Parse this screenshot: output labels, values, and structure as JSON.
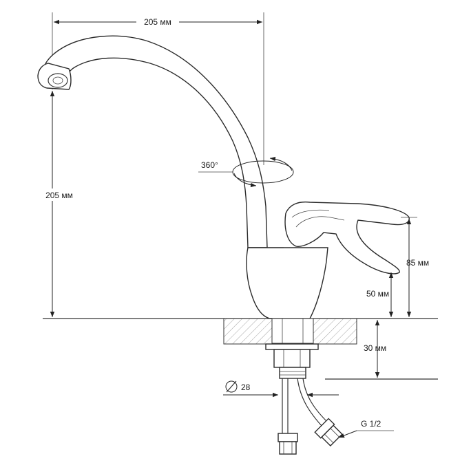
{
  "dimensions": {
    "spout_reach": "205 мм",
    "spout_height": "205 мм",
    "rotation": "360°",
    "lever_height": "85 мм",
    "outlet_height": "50 мм",
    "mount_depth": "30 мм",
    "shank_diameter": "28",
    "connection_thread": "G 1/2"
  },
  "colors": {
    "line": "#333333",
    "hatch": "#666666",
    "background": "#ffffff"
  }
}
